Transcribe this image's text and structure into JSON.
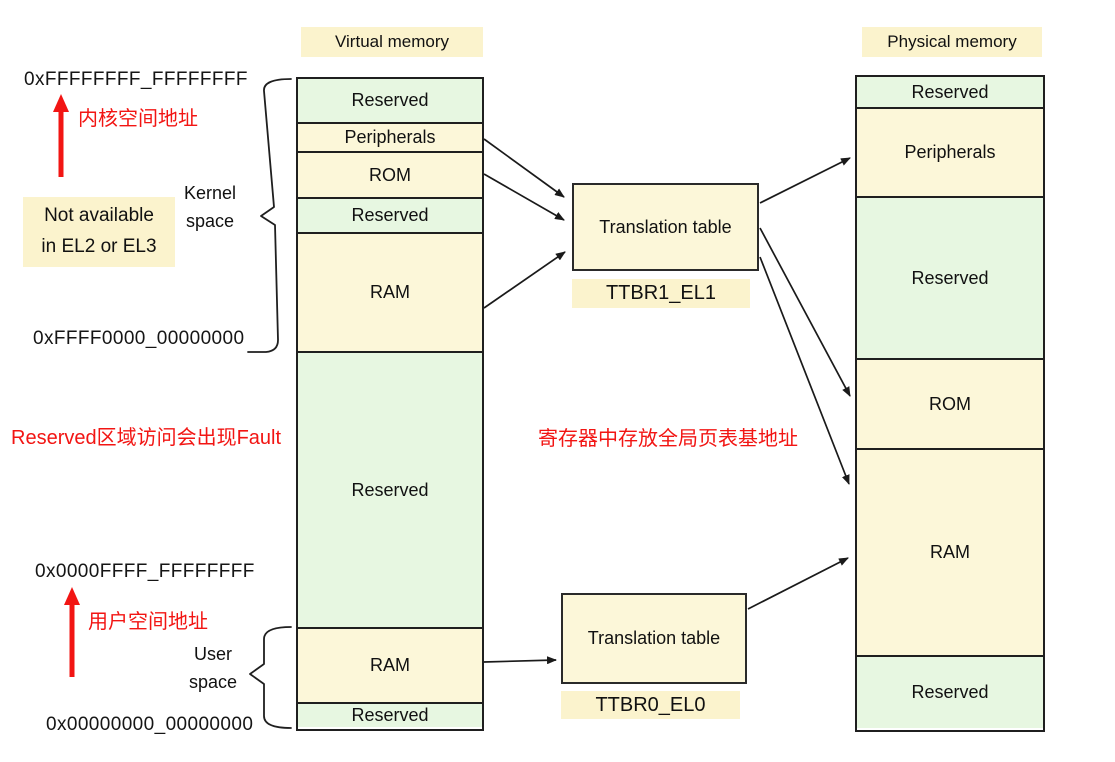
{
  "titles": {
    "virtual": "Virtual memory",
    "physical": "Physical memory"
  },
  "virtual_memory": {
    "segments": [
      {
        "label": "Reserved",
        "kind": "reserved"
      },
      {
        "label": "Peripherals",
        "kind": "normal"
      },
      {
        "label": "ROM",
        "kind": "normal"
      },
      {
        "label": "Reserved",
        "kind": "reserved"
      },
      {
        "label": "RAM",
        "kind": "normal"
      },
      {
        "label": "Reserved",
        "kind": "reserved"
      },
      {
        "label": "RAM",
        "kind": "normal"
      },
      {
        "label": "Reserved",
        "kind": "reserved"
      }
    ]
  },
  "physical_memory": {
    "segments": [
      {
        "label": "Reserved",
        "kind": "reserved"
      },
      {
        "label": "Peripherals",
        "kind": "normal"
      },
      {
        "label": "Reserved",
        "kind": "reserved"
      },
      {
        "label": "ROM",
        "kind": "normal"
      },
      {
        "label": "RAM",
        "kind": "normal"
      },
      {
        "label": "Reserved",
        "kind": "reserved"
      }
    ]
  },
  "translation_tables": {
    "upper": {
      "label": "Translation table",
      "register": "TTBR1_EL1"
    },
    "lower": {
      "label": "Translation table",
      "register": "TTBR0_EL0"
    }
  },
  "addresses": {
    "kernel_top": "0xFFFFFFFF_FFFFFFFF",
    "kernel_base": "0xFFFF0000_00000000",
    "user_top": "0x0000FFFF_FFFFFFFF",
    "user_base": "0x00000000_00000000"
  },
  "annotations": {
    "kernel_space_address": "内核空间地址",
    "user_space_address": "用户空间地址",
    "reserved_fault": "Reserved区域访问会出现Fault",
    "register_note": "寄存器中存放全局页表基地址",
    "not_available_line1": "Not available",
    "not_available_line2": "in EL2 or EL3",
    "kernel_space_line1": "Kernel",
    "kernel_space_line2": "space",
    "user_space_line1": "User",
    "user_space_line2": "space"
  },
  "colors": {
    "reserved_fill": "#e7f7e1",
    "normal_fill": "#fcf7d9",
    "highlight": "#fbf3cd",
    "border": "#1f1f1f",
    "red": "#f21513"
  }
}
